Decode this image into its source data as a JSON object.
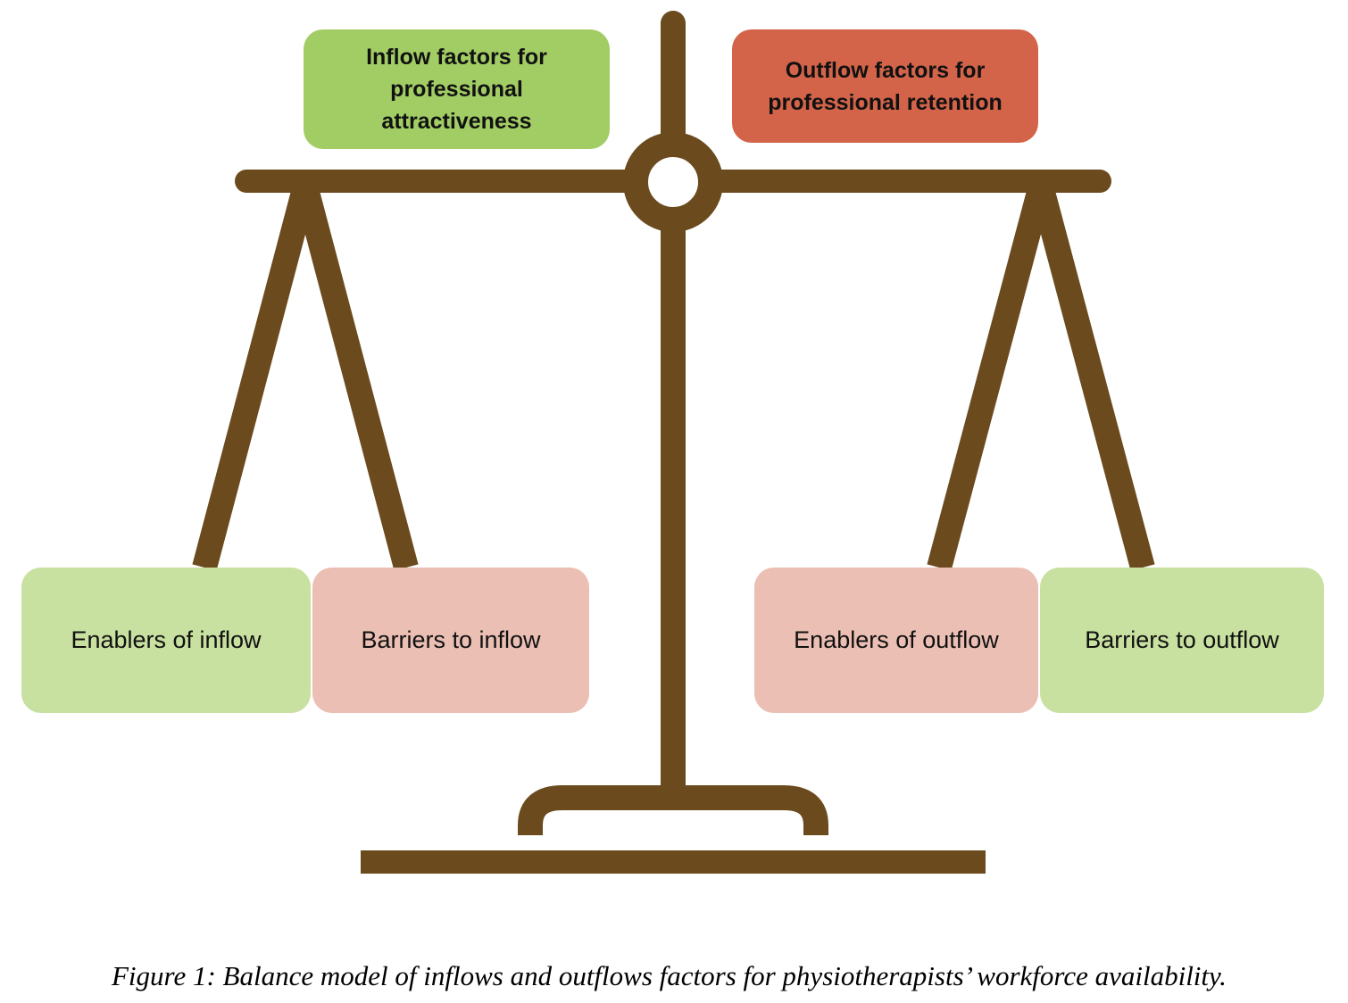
{
  "colors": {
    "beam": "#6b4a1e",
    "inflow_header": "#a2cd64",
    "outflow_header": "#d3644a",
    "light_green": "#c8e0a0",
    "light_pink": "#ebbfb3"
  },
  "headers": {
    "inflow": "Inflow factors for professional attractiveness",
    "outflow": "Outflow factors for professional retention"
  },
  "pans": {
    "left": [
      "Enablers of inflow",
      "Barriers to inflow"
    ],
    "right": [
      "Enablers of outflow",
      "Barriers to outflow"
    ]
  },
  "caption": "Figure 1: Balance model of inflows and outflows factors for physiotherapists’ workforce availability."
}
